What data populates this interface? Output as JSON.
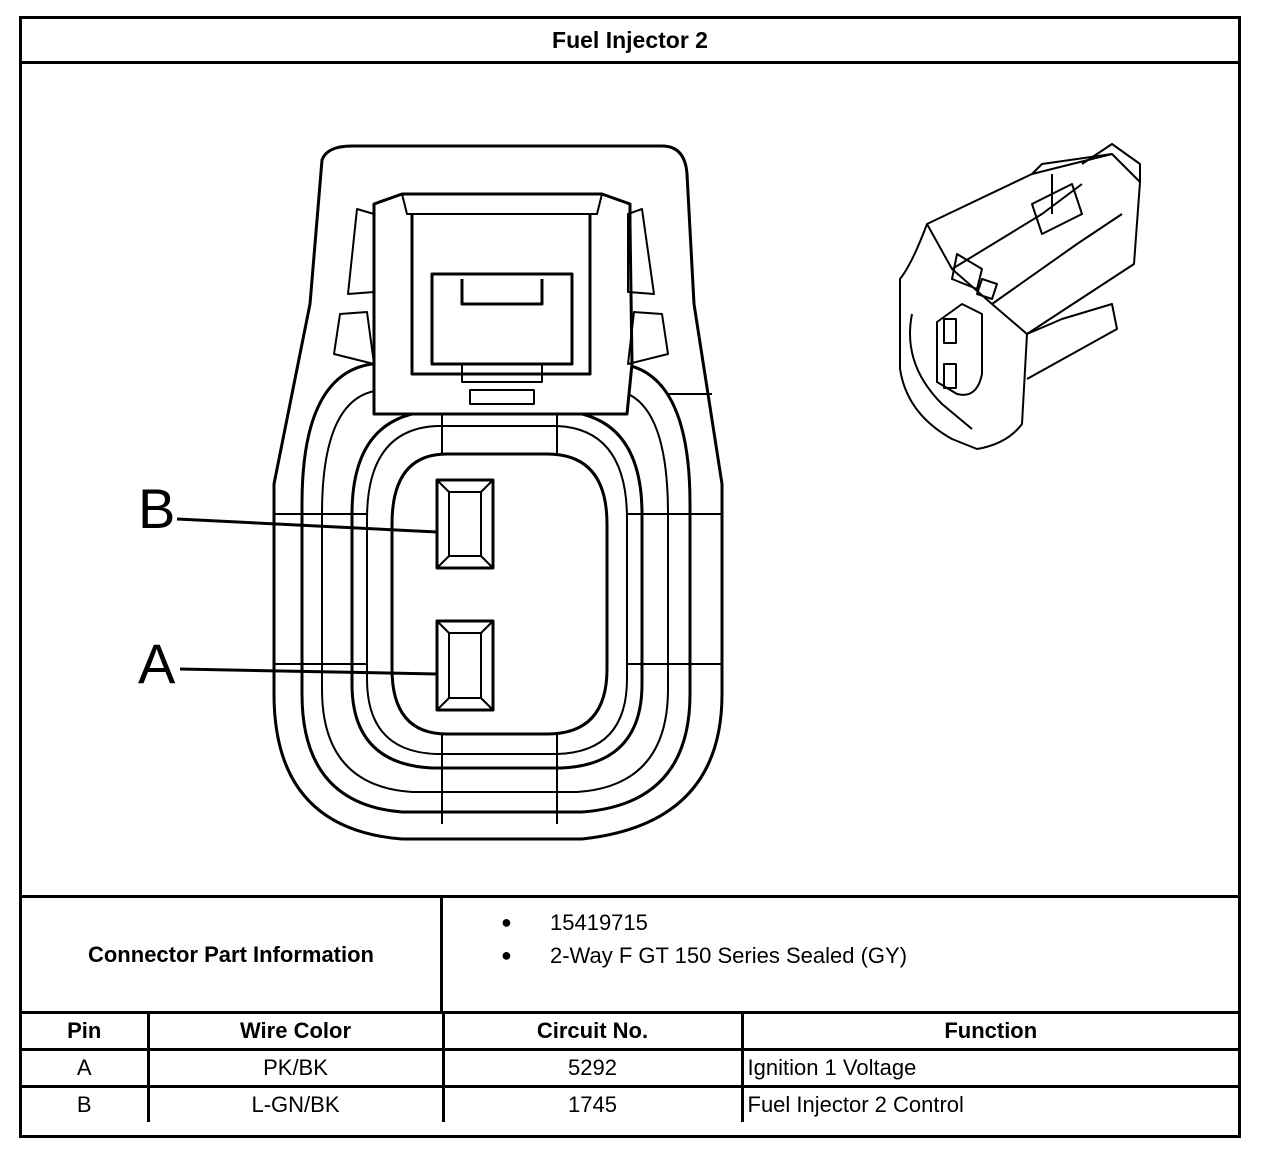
{
  "title": "Fuel Injector 2",
  "diagram": {
    "pin_labels": [
      "B",
      "A"
    ],
    "views": [
      "connector-face-view-icon",
      "connector-isometric-view-icon"
    ]
  },
  "connector_info": {
    "label": "Connector Part Information",
    "items": [
      "15419715",
      "2-Way F GT 150 Series Sealed (GY)"
    ]
  },
  "pin_table": {
    "headers": [
      "Pin",
      "Wire Color",
      "Circuit No.",
      "Function"
    ],
    "rows": [
      [
        "A",
        "PK/BK",
        "5292",
        "Ignition 1 Voltage"
      ],
      [
        "B",
        "L-GN/BK",
        "1745",
        "Fuel Injector 2 Control"
      ]
    ]
  }
}
